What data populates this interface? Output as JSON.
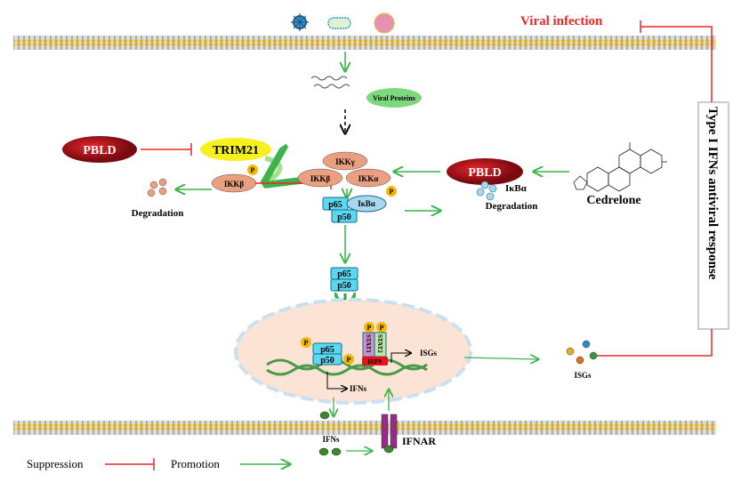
{
  "labels": {
    "viral_infection": "Viral infection",
    "viral_proteins": "Viral Proteins",
    "pbld_left": "PBLD",
    "trim21": "TRIM21",
    "ikk_gamma": "IKKγ",
    "ikk_beta": "IKKβ",
    "ikk_alpha": "IKKα",
    "ikk_beta_p": "IKKβ",
    "p": "P",
    "degradation_left": "Degradation",
    "pbld_right": "PBLD",
    "cedrelone": "Cedrelone",
    "p65": "p65",
    "p50": "p50",
    "ikba": "IκBα",
    "ikba_deg_label": "IκBα",
    "degradation_right": "Degradation",
    "stat1": "STAT1",
    "stat2": "STAT2",
    "irf9": "IRF9",
    "isgs_nucleus": "ISGs",
    "ifns_nucleus": "IFNs",
    "isgs_out": "ISGs",
    "ifns_out": "IFNs",
    "ifnar": "IFNAR",
    "type1_response": "Type I IFNs antiviral response"
  },
  "legend": {
    "suppression": "Suppression",
    "promotion": "Promotion"
  },
  "colors": {
    "suppression": "#e8262a",
    "promotion": "#3cb44b",
    "pbld": "#c0141c",
    "trim21": "#f5f01e",
    "ikk": "#eaa07e",
    "nfkb": "#5ad8f0",
    "nucleus": "#fbe3d6"
  }
}
